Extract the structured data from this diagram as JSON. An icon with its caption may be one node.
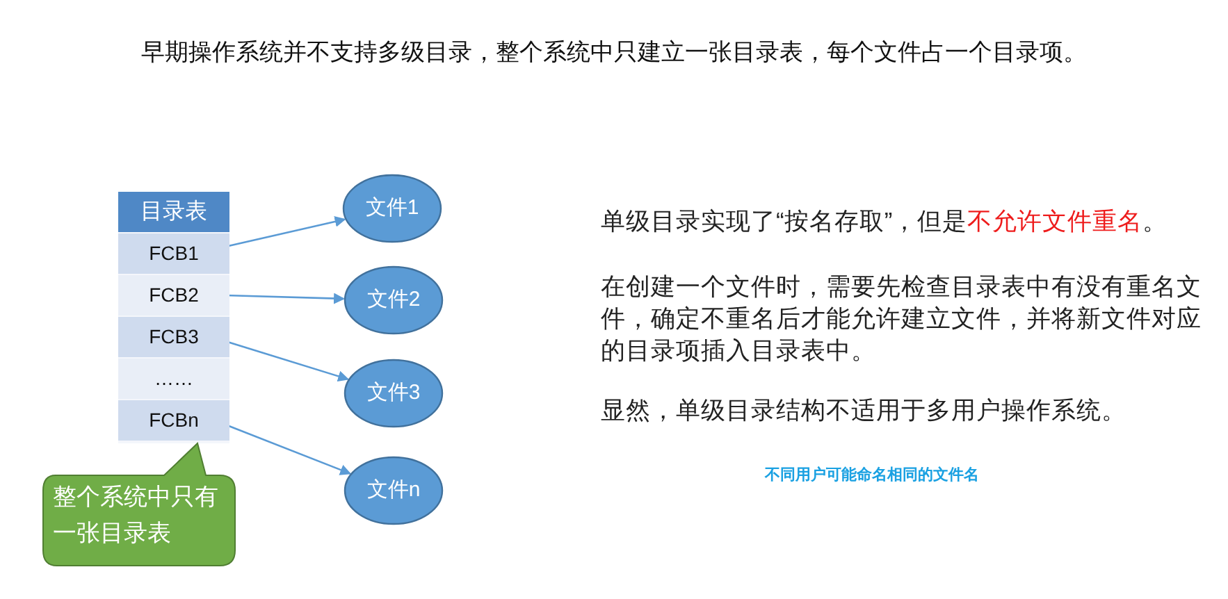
{
  "diagram": {
    "title": "早期操作系统并不支持多级目录，整个系统中只建立一张目录表，每个文件占一个目录项。",
    "nodes": [
      {
        "text": [
          "目录表"
        ]
      },
      {
        "text": [
          "FCB1"
        ],
        "in": 0
      },
      {
        "text": [
          "FCB2"
        ],
        "in": 0
      },
      {
        "text": [
          "FCB3"
        ],
        "in": 0
      },
      {
        "text": [
          "……"
        ],
        "in": 0
      },
      {
        "text": [
          "FCBn"
        ],
        "in": 0
      },
      {
        "text": [
          "文件1"
        ]
      },
      {
        "text": [
          "文件2"
        ]
      },
      {
        "text": [
          "文件3"
        ]
      },
      {
        "text": [
          "文件n"
        ]
      },
      {
        "text": [
          "整个系统中只有一张目录表"
        ]
      }
    ],
    "edges": [
      {
        "from": 1,
        "to": 6,
        "arrow": "to"
      },
      {
        "from": 2,
        "to": 7,
        "arrow": "to"
      },
      {
        "from": 3,
        "to": 8,
        "arrow": "to"
      },
      {
        "from": 5,
        "to": 9,
        "arrow": "to"
      }
    ],
    "labels": [
      "单级目录实现了“按名存取”，但是**不允许文件重名**。",
      "在创建一个文件时，需要先检查目录表中有没有重名文件，确定不重名后才能允许建立文件，并将新文件对应的目录项插入目录表中。",
      "显然，单级目录结构不适用于多用户操作系统。",
      "不同用户可能命名相同的文件名"
    ]
  }
}
